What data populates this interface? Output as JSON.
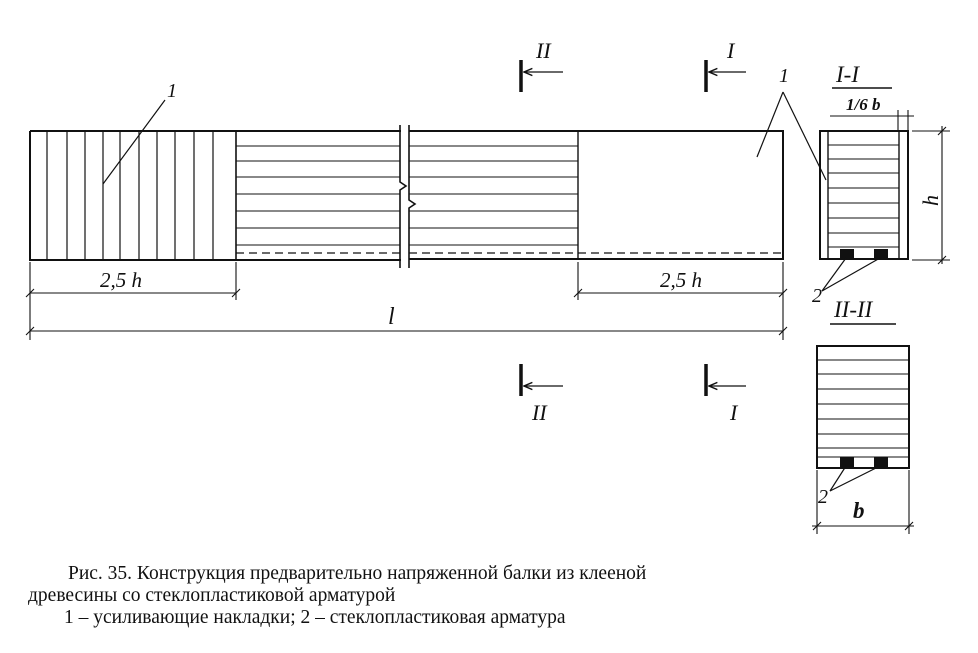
{
  "labels": {
    "callout_1": "1",
    "callout_2": "2",
    "sec_I": "I",
    "sec_II": "II",
    "sec_I_I": "I-I",
    "sec_II_II": "II-II",
    "one_sixth_b": "1/6 b",
    "h": "h",
    "b": "b",
    "l": "l",
    "dim_2_5h": "2,5 h"
  },
  "caption": {
    "line1": "Рис. 35. Конструкция предварительно напряженной балки из клееной",
    "line2": "древесины со стеклопластиковой арматурой",
    "line3": "1 – усиливающие накладки; 2 – стеклопластиковая арматура"
  }
}
